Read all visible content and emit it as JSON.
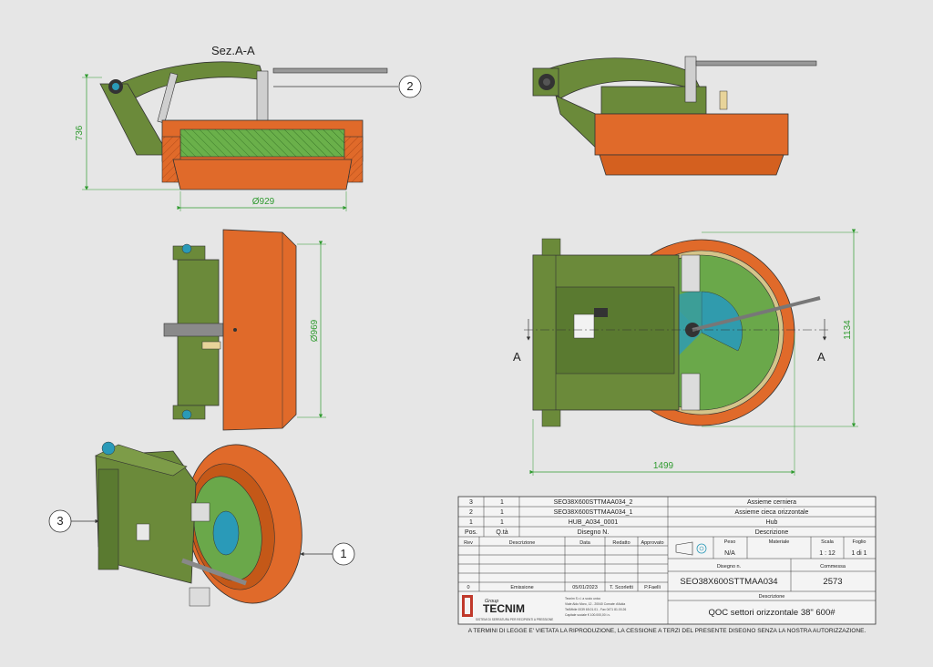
{
  "drawing": {
    "section_title": "Sez.A-A",
    "dims": {
      "height": "736",
      "diameter_side": "Ø929",
      "diameter_front": "Ø969",
      "width": "1499",
      "height_front": "1134"
    },
    "section_markers": {
      "left": "A",
      "right": "A"
    },
    "balloons": {
      "b1": "1",
      "b2": "2",
      "b3": "3"
    }
  },
  "bom": {
    "rows": [
      {
        "pos": "3",
        "qty": "1",
        "code": "SEO38X600STTMAA034_2",
        "desc": "Assieme cerniera"
      },
      {
        "pos": "2",
        "qty": "1",
        "code": "SEO38X600STTMAA034_1",
        "desc": "Assieme cieca orizzontale"
      },
      {
        "pos": "1",
        "qty": "1",
        "code": "HUB_A034_0001",
        "desc": "Hub"
      }
    ],
    "headers": {
      "pos": "Pos.",
      "qty": "Q.tà",
      "code": "Disegno N.",
      "desc": "Descrizione"
    }
  },
  "revisions": {
    "headers": {
      "rev": "Rev",
      "desc": "Descrizione",
      "date": "Data",
      "drawn": "Redatto",
      "approved": "Approvato"
    },
    "row": {
      "rev": "0",
      "desc": "Emissione",
      "date": "05/01/2023",
      "drawn": "T. Scorletti",
      "approved": "P.Faelli"
    }
  },
  "title_block": {
    "peso_label": "Peso",
    "peso_value": "N/A",
    "materiale_label": "Materiale",
    "scala_label": "Scala",
    "scala_value": "1 : 12",
    "foglio_label": "Foglio",
    "foglio_value": "1 di 1",
    "disegno_label": "Disegno n.",
    "disegno_value": "SEO38X600STTMAA034",
    "commessa_label": "Commessa",
    "commessa_value": "2573",
    "descrizione_label": "Descrizione",
    "descrizione_value": "QOC settori orizzontale 38\" 600#"
  },
  "company": {
    "group_label": "Group",
    "name": "TECNIM",
    "subtitle": "SISTEMI DI SERRATURA PER RECIPIENTI A PRESSIONE",
    "address_lines": [
      "Tecnim S.r.l. a socio unico",
      "Viale Aldo Moro, 12 - 20040 Cornate d'Adda",
      "Tel/Mbile 0039 65.01.01 - Fax 0471 81.00.26",
      "Capitale sociale € 100.000,00 i.v."
    ]
  },
  "footer_note": "A TERMINI DI LEGGE E' VIETATA LA RIPRODUZIONE, LA CESSIONE A TERZI DEL PRESENTE DISEGNO SENZA LA NOSTRA AUTORIZZAZIONE.",
  "colors": {
    "orange": "#e06a2a",
    "olive": "#6b8a3a",
    "green_dim": "#2f9a2f",
    "teal": "#2a9ab8"
  }
}
